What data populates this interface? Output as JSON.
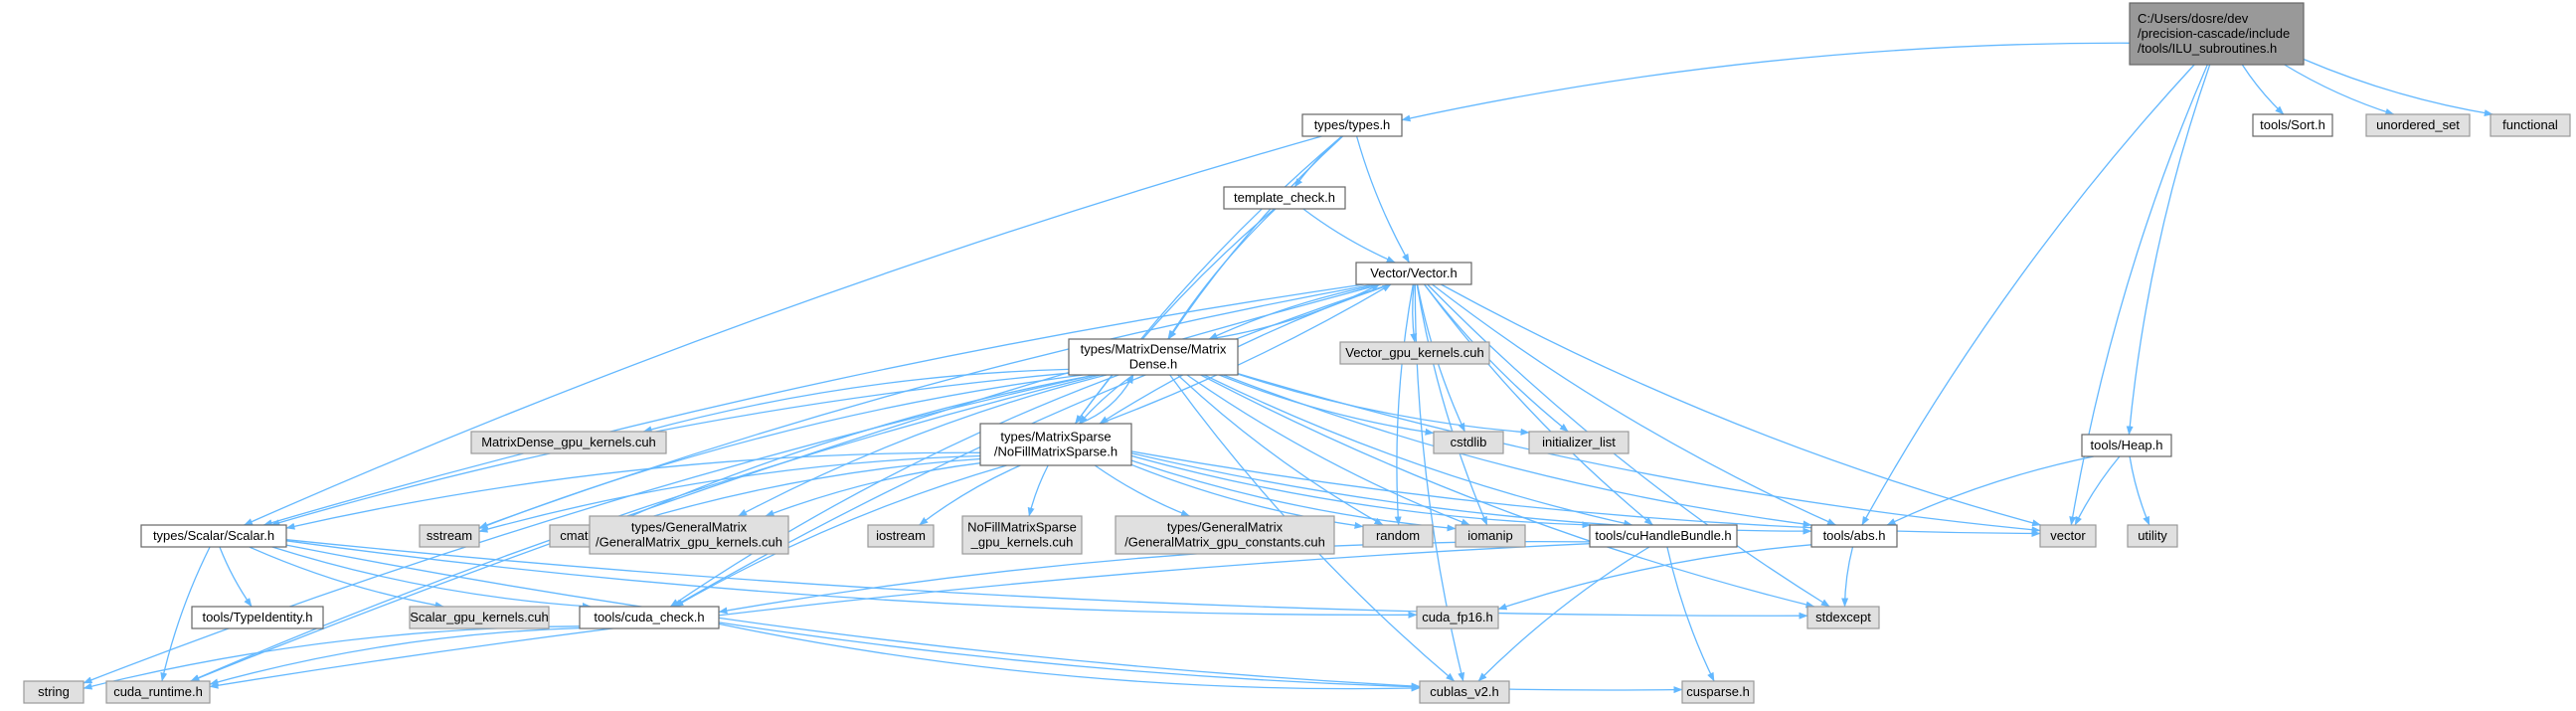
{
  "colors": {
    "edge": "#63b8ff",
    "node_fill": "#ffffff",
    "node_stroke": "#666666",
    "system_fill": "#e0e0e0",
    "system_stroke": "#999999",
    "root_fill": "#999999",
    "root_stroke": "#666666",
    "text": "#000000"
  },
  "nodes": [
    {
      "id": "ilu",
      "kind": "root",
      "lines": [
        "C:/Users/dosre/dev",
        "/precision-cascade/include",
        "/tools/ILU_subroutines.h"
      ]
    },
    {
      "id": "types",
      "kind": "file",
      "lines": [
        "types/types.h"
      ]
    },
    {
      "id": "sort",
      "kind": "file",
      "lines": [
        "tools/Sort.h"
      ]
    },
    {
      "id": "unordered_set",
      "kind": "system",
      "lines": [
        "unordered_set"
      ]
    },
    {
      "id": "functional",
      "kind": "system",
      "lines": [
        "functional"
      ]
    },
    {
      "id": "template_check",
      "kind": "file",
      "lines": [
        "template_check.h"
      ]
    },
    {
      "id": "vector_h",
      "kind": "file",
      "lines": [
        "Vector/Vector.h"
      ]
    },
    {
      "id": "vector_gpu",
      "kind": "system",
      "lines": [
        "Vector_gpu_kernels.cuh"
      ]
    },
    {
      "id": "dense",
      "kind": "file",
      "lines": [
        "types/MatrixDense/Matrix",
        "Dense.h"
      ]
    },
    {
      "id": "heap",
      "kind": "file",
      "lines": [
        "tools/Heap.h"
      ]
    },
    {
      "id": "dense_gpu",
      "kind": "system",
      "lines": [
        "MatrixDense_gpu_kernels.cuh"
      ]
    },
    {
      "id": "cstdlib",
      "kind": "system",
      "lines": [
        "cstdlib"
      ]
    },
    {
      "id": "initializer_list",
      "kind": "system",
      "lines": [
        "initializer_list"
      ]
    },
    {
      "id": "sparse",
      "kind": "file",
      "lines": [
        "types/MatrixSparse",
        "/NoFillMatrixSparse.h"
      ]
    },
    {
      "id": "scalar",
      "kind": "file",
      "lines": [
        "types/Scalar/Scalar.h"
      ]
    },
    {
      "id": "sstream",
      "kind": "system",
      "lines": [
        "sstream"
      ]
    },
    {
      "id": "cmath",
      "kind": "system",
      "lines": [
        "cmath"
      ]
    },
    {
      "id": "gm_kernels",
      "kind": "system",
      "lines": [
        "types/GeneralMatrix",
        "/GeneralMatrix_gpu_kernels.cuh"
      ]
    },
    {
      "id": "iostream",
      "kind": "system",
      "lines": [
        "iostream"
      ]
    },
    {
      "id": "nofill_gpu",
      "kind": "system",
      "lines": [
        "NoFillMatrixSparse",
        "_gpu_kernels.cuh"
      ]
    },
    {
      "id": "gm_constants",
      "kind": "system",
      "lines": [
        "types/GeneralMatrix",
        "/GeneralMatrix_gpu_constants.cuh"
      ]
    },
    {
      "id": "random",
      "kind": "system",
      "lines": [
        "random"
      ]
    },
    {
      "id": "iomanip",
      "kind": "system",
      "lines": [
        "iomanip"
      ]
    },
    {
      "id": "cuhandle",
      "kind": "file",
      "lines": [
        "tools/cuHandleBundle.h"
      ]
    },
    {
      "id": "abs",
      "kind": "file",
      "lines": [
        "tools/abs.h"
      ]
    },
    {
      "id": "vector_sys",
      "kind": "system",
      "lines": [
        "vector"
      ]
    },
    {
      "id": "utility",
      "kind": "system",
      "lines": [
        "utility"
      ]
    },
    {
      "id": "typeidentity",
      "kind": "file",
      "lines": [
        "tools/TypeIdentity.h"
      ]
    },
    {
      "id": "scalar_gpu",
      "kind": "system",
      "lines": [
        "Scalar_gpu_kernels.cuh"
      ]
    },
    {
      "id": "cuda_check",
      "kind": "file",
      "lines": [
        "tools/cuda_check.h"
      ]
    },
    {
      "id": "cuda_fp16",
      "kind": "system",
      "lines": [
        "cuda_fp16.h"
      ]
    },
    {
      "id": "stdexcept",
      "kind": "system",
      "lines": [
        "stdexcept"
      ]
    },
    {
      "id": "string",
      "kind": "system",
      "lines": [
        "string"
      ]
    },
    {
      "id": "cuda_runtime",
      "kind": "system",
      "lines": [
        "cuda_runtime.h"
      ]
    },
    {
      "id": "cublas",
      "kind": "system",
      "lines": [
        "cublas_v2.h"
      ]
    },
    {
      "id": "cusparse",
      "kind": "system",
      "lines": [
        "cusparse.h"
      ]
    }
  ],
  "edges": [
    [
      "ilu",
      "types"
    ],
    [
      "ilu",
      "sort"
    ],
    [
      "ilu",
      "unordered_set"
    ],
    [
      "ilu",
      "functional"
    ],
    [
      "ilu",
      "heap"
    ],
    [
      "ilu",
      "abs"
    ],
    [
      "ilu",
      "vector_sys"
    ],
    [
      "types",
      "template_check"
    ],
    [
      "types",
      "vector_h"
    ],
    [
      "types",
      "dense"
    ],
    [
      "types",
      "sparse"
    ],
    [
      "types",
      "scalar"
    ],
    [
      "template_check",
      "vector_h"
    ],
    [
      "template_check",
      "dense"
    ],
    [
      "template_check",
      "sparse"
    ],
    [
      "vector_h",
      "vector_gpu"
    ],
    [
      "vector_h",
      "dense"
    ],
    [
      "vector_h",
      "sparse"
    ],
    [
      "vector_h",
      "scalar"
    ],
    [
      "vector_h",
      "cstdlib"
    ],
    [
      "vector_h",
      "initializer_list"
    ],
    [
      "vector_h",
      "random"
    ],
    [
      "vector_h",
      "iomanip"
    ],
    [
      "vector_h",
      "cuhandle"
    ],
    [
      "vector_h",
      "abs"
    ],
    [
      "vector_h",
      "vector_sys"
    ],
    [
      "vector_h",
      "stdexcept"
    ],
    [
      "vector_h",
      "cublas"
    ],
    [
      "vector_h",
      "cuda_check"
    ],
    [
      "vector_h",
      "sstream"
    ],
    [
      "vector_h",
      "cuda_runtime"
    ],
    [
      "dense",
      "vector_h"
    ],
    [
      "dense",
      "sparse"
    ],
    [
      "dense",
      "dense_gpu"
    ],
    [
      "dense",
      "cstdlib"
    ],
    [
      "dense",
      "initializer_list"
    ],
    [
      "dense",
      "scalar"
    ],
    [
      "dense",
      "sstream"
    ],
    [
      "dense",
      "cmath"
    ],
    [
      "dense",
      "gm_kernels"
    ],
    [
      "dense",
      "random"
    ],
    [
      "dense",
      "iomanip"
    ],
    [
      "dense",
      "cuhandle"
    ],
    [
      "dense",
      "abs"
    ],
    [
      "dense",
      "vector_sys"
    ],
    [
      "dense",
      "stdexcept"
    ],
    [
      "dense",
      "cuda_check"
    ],
    [
      "dense",
      "string"
    ],
    [
      "dense",
      "cuda_runtime"
    ],
    [
      "dense",
      "cublas"
    ],
    [
      "sparse",
      "dense"
    ],
    [
      "sparse",
      "vector_h"
    ],
    [
      "sparse",
      "scalar"
    ],
    [
      "sparse",
      "sstream"
    ],
    [
      "sparse",
      "cmath"
    ],
    [
      "sparse",
      "gm_kernels"
    ],
    [
      "sparse",
      "iostream"
    ],
    [
      "sparse",
      "nofill_gpu"
    ],
    [
      "sparse",
      "gm_constants"
    ],
    [
      "sparse",
      "random"
    ],
    [
      "sparse",
      "iomanip"
    ],
    [
      "sparse",
      "cuhandle"
    ],
    [
      "sparse",
      "abs"
    ],
    [
      "sparse",
      "vector_sys"
    ],
    [
      "sparse",
      "cuda_check"
    ],
    [
      "heap",
      "abs"
    ],
    [
      "heap",
      "vector_sys"
    ],
    [
      "heap",
      "utility"
    ],
    [
      "scalar",
      "typeidentity"
    ],
    [
      "scalar",
      "scalar_gpu"
    ],
    [
      "scalar",
      "cuda_check"
    ],
    [
      "scalar",
      "cuda_fp16"
    ],
    [
      "scalar",
      "stdexcept"
    ],
    [
      "scalar",
      "cuda_runtime"
    ],
    [
      "scalar",
      "cublas"
    ],
    [
      "cuhandle",
      "cuda_check"
    ],
    [
      "cuhandle",
      "cuda_runtime"
    ],
    [
      "cuhandle",
      "cublas"
    ],
    [
      "cuhandle",
      "cusparse"
    ],
    [
      "abs",
      "cuda_fp16"
    ],
    [
      "abs",
      "stdexcept"
    ],
    [
      "cuda_check",
      "string"
    ],
    [
      "cuda_check",
      "cuda_runtime"
    ],
    [
      "cuda_check",
      "cublas"
    ],
    [
      "cuda_check",
      "cusparse"
    ]
  ]
}
